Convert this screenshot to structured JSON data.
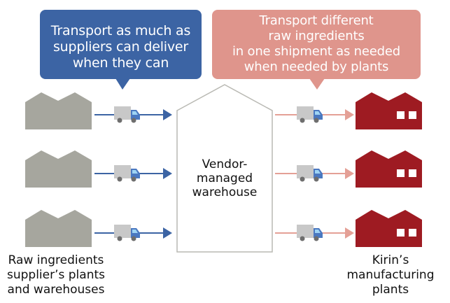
{
  "colors": {
    "blue_bubble": "#3c64a4",
    "pink_bubble": "#df958c",
    "supplier_building": "#a6a69e",
    "plant_building": "#9e1b22",
    "blue_arrow": "#3c64a4",
    "pink_arrow": "#e4a096",
    "truck_body": "#c8c8c8",
    "truck_cab": "#4a78c0",
    "truck_window": "#9ed4f4",
    "truck_wheel": "#6e6e6e",
    "warehouse_outline": "#b9b9b3"
  },
  "bubbles": {
    "left": {
      "lines": [
        "Transport as much as",
        "suppliers can deliver",
        "when they can"
      ]
    },
    "right": {
      "lines": [
        "Transport different",
        "raw ingredients",
        "in one shipment as needed",
        "when needed by plants"
      ]
    }
  },
  "warehouse": {
    "lines": [
      "Vendor-",
      "managed",
      "warehouse"
    ]
  },
  "suppliers": {
    "count": 3,
    "label_lines": [
      "Raw ingredients",
      "supplier’s plants",
      "and warehouses"
    ]
  },
  "plants": {
    "count": 3,
    "label_lines": [
      "Kirin’s",
      "manufacturing",
      "plants"
    ]
  },
  "icons": {
    "supplier": "factory-icon",
    "plant": "factory-icon",
    "truck": "truck-icon",
    "arrow": "arrow-right-icon"
  }
}
